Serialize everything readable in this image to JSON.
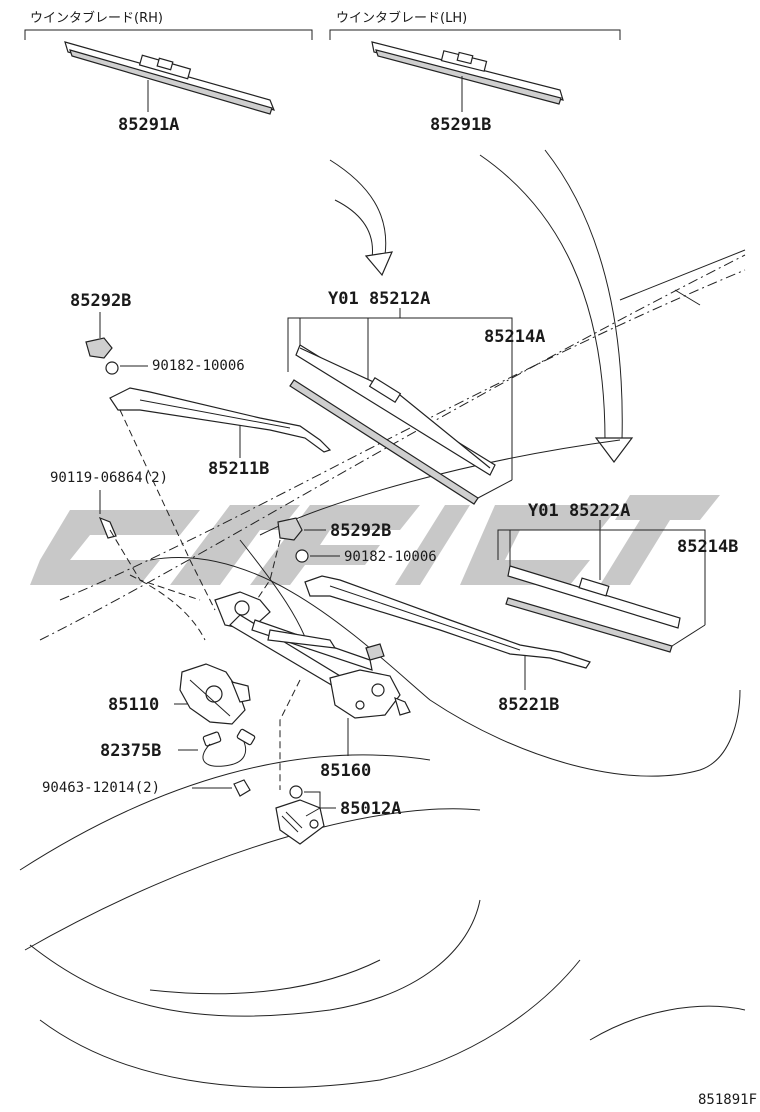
{
  "headers": {
    "rh": "ウインタブレード(RH)",
    "lh": "ウインタブレード(LH)"
  },
  "labels": {
    "p85291A": "85291A",
    "p85291B": "85291B",
    "p85292B_top": "85292B",
    "p90182_top": "90182-10006",
    "y01_85212A": "Y01 85212A",
    "p85214A": "85214A",
    "p85211B": "85211B",
    "p90119": "90119-06864(2)",
    "p85292B_mid": "85292B",
    "p90182_mid": "90182-10006",
    "y01_85222A": "Y01 85222A",
    "p85214B": "85214B",
    "p85110": "85110",
    "p85221B": "85221B",
    "p82375B": "82375B",
    "p85160": "85160",
    "p90463": "90463-12014(2)",
    "p85012A": "85012A"
  },
  "diagram_code": "851891F",
  "colors": {
    "line": "#222222",
    "watermark": "#9a9a9a"
  }
}
